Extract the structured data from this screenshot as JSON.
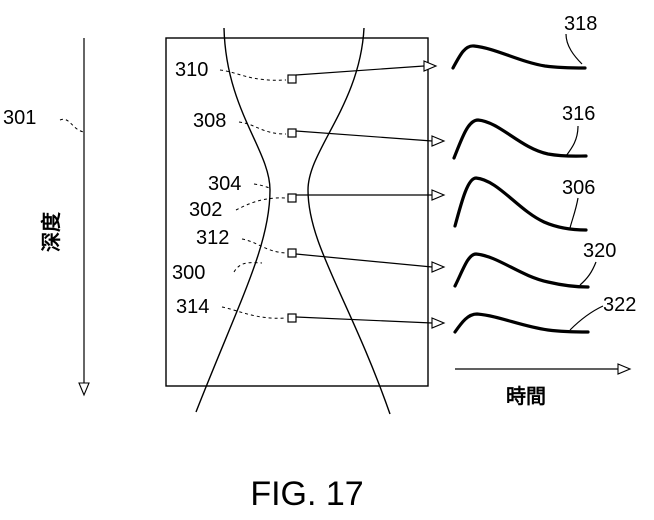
{
  "labels": {
    "r301": "301",
    "r310": "310",
    "r308": "308",
    "r304": "304",
    "r302": "302",
    "r312": "312",
    "r300": "300",
    "r314": "314",
    "r318": "318",
    "r316": "316",
    "r306": "306",
    "r320": "320",
    "r322": "322"
  },
  "axis_depth": "深度",
  "axis_time": "時間",
  "caption": "FIG. 17"
}
